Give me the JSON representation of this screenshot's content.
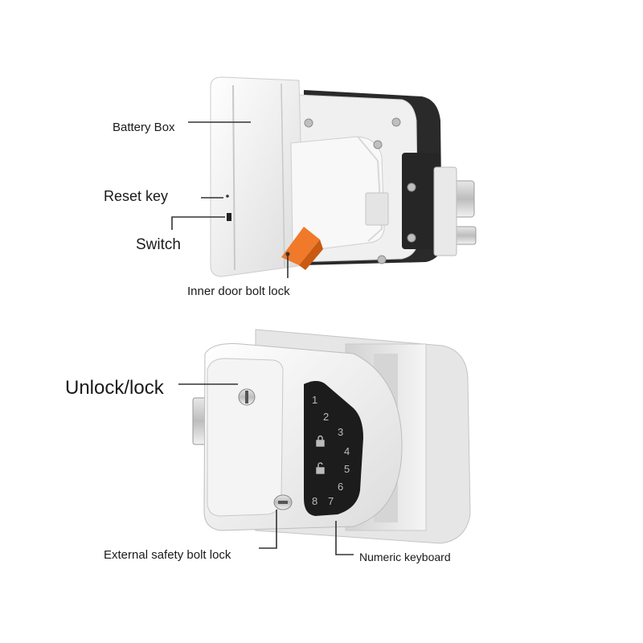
{
  "labels": {
    "battery_box": "Battery Box",
    "reset_key": "Reset key",
    "switch": "Switch",
    "inner_door_bolt_lock": "Inner door bolt lock",
    "unlock_lock": "Unlock/lock",
    "external_safety_bolt_lock": "External safety bolt lock",
    "numeric_keyboard": "Numeric keyboard"
  },
  "keypad": {
    "keys": [
      "1",
      "2",
      "3",
      "4",
      "5",
      "6",
      "7",
      "8"
    ]
  },
  "colors": {
    "lock_body": "#f3f3f3",
    "keypad_panel": "#1c1c1c",
    "bolt_lever": "#f07a2a",
    "callout_line": "#333333"
  }
}
